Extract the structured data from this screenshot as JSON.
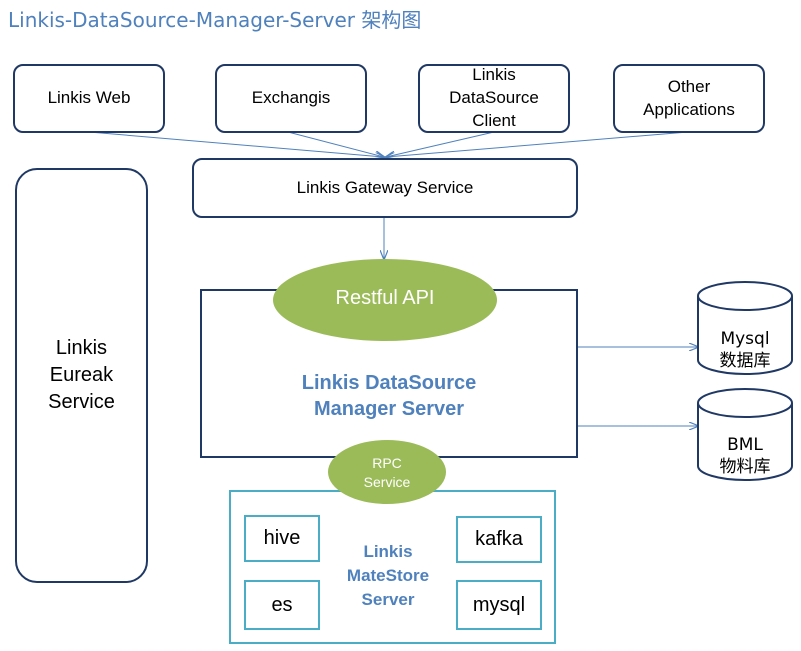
{
  "title": "Linkis-DataSource-Manager-Server 架构图",
  "clients": [
    "Linkis Web",
    "Exchangis",
    "Linkis\nDataSource\nClient",
    "Other\nApplications"
  ],
  "gateway": "Linkis Gateway Service",
  "eureka": "Linkis\nEureak\nService",
  "restful_api": "Restful API",
  "dsm_server": "Linkis DataSource\nManager Server",
  "rpc_service": "RPC\nService",
  "databases": [
    "Mysql\n数据库",
    "BML\n物料库"
  ],
  "metastore": {
    "label": "Linkis\nMateStore\nServer",
    "items": [
      "hive",
      "kafka",
      "es",
      "mysql"
    ]
  },
  "colors": {
    "accent_blue": "#4f81bd",
    "box_border": "#1f3864",
    "ellipse_green": "#9bbb59",
    "teal_border": "#4bacc6",
    "arrow": "#4f81bd"
  }
}
